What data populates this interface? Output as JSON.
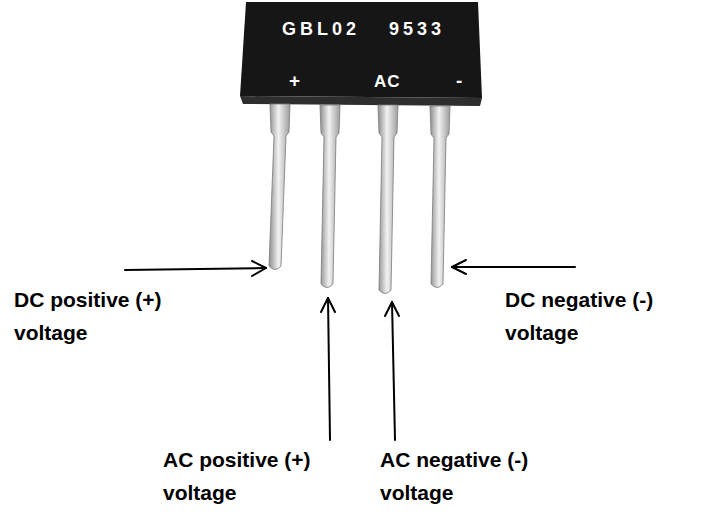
{
  "diagram": {
    "labels": [
      "GBL02 9533",
      "+",
      "AC",
      "-",
      "DC positive (+) voltage",
      "AC positive (+) voltage",
      "AC negative (-) voltage",
      "DC negative (-) voltage"
    ]
  }
}
